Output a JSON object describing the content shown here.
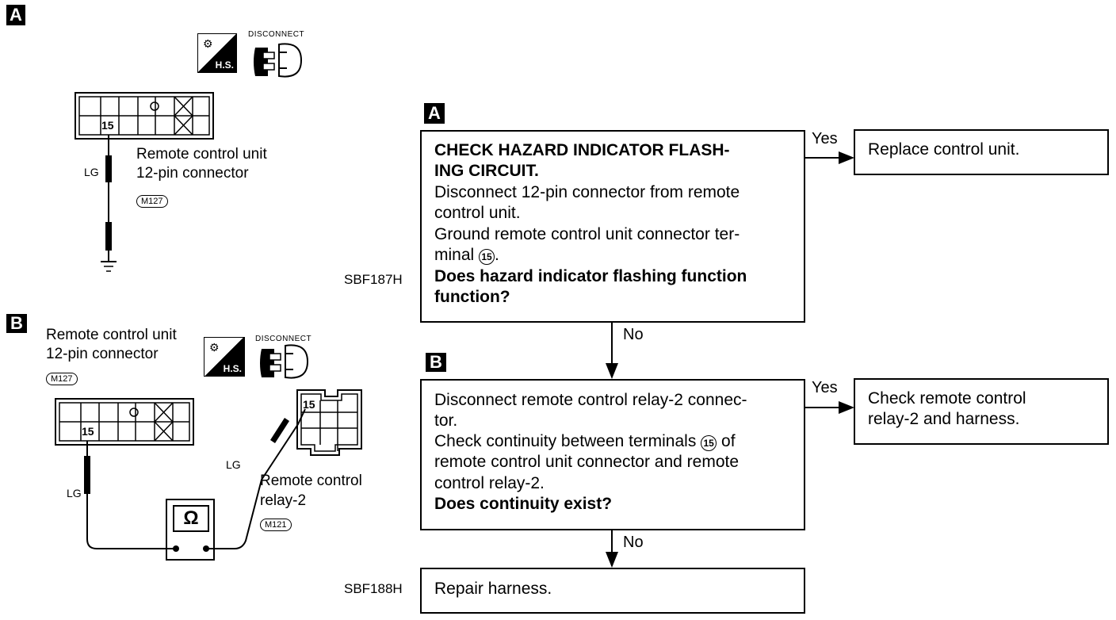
{
  "panel_a": {
    "badge": "A",
    "disconnect": "DISCONNECT",
    "hs": "H.S.",
    "pin_15": "15",
    "wire_color": "LG",
    "connector_label_1": "Remote control unit",
    "connector_label_2": "12-pin connector",
    "connector_code": "M127",
    "figure_code": "SBF187H"
  },
  "panel_b": {
    "badge": "B",
    "disconnect": "DISCONNECT",
    "hs": "H.S.",
    "connector_label_1": "Remote control unit",
    "connector_label_2": "12-pin connector",
    "connector_code": "M127",
    "pin_15_left": "15",
    "pin_15_right": "15",
    "wire_color_left": "LG",
    "wire_color_right": "LG",
    "relay_label_1": "Remote control",
    "relay_label_2": "relay-2",
    "relay_code": "M121",
    "ohm": "Ω",
    "figure_code": "SBF188H"
  },
  "flow": {
    "step_a_badge": "A",
    "step_a_title_1": "CHECK HAZARD INDICATOR FLASH-",
    "step_a_title_2": "ING CIRCUIT.",
    "step_a_line_1": "Disconnect 12-pin connector from remote",
    "step_a_line_2": "control unit.",
    "step_a_line_3": "Ground remote control unit connector ter-",
    "step_a_line_4": "minal",
    "step_a_terminal": "15",
    "step_a_line_4_end": ".",
    "step_a_q_1": "Does hazard indicator flashing function",
    "step_a_q_2": "function?",
    "yes_a": "Yes",
    "result_a": "Replace control unit.",
    "no_a": "No",
    "step_b_badge": "B",
    "step_b_line_1": "Disconnect remote control relay-2 connec-",
    "step_b_line_2": "tor.",
    "step_b_line_3": "Check continuity between terminals",
    "step_b_terminal": "15",
    "step_b_line_3_end": "of",
    "step_b_line_4": "remote control unit connector and remote",
    "step_b_line_5": "control relay-2.",
    "step_b_q": "Does continuity exist?",
    "yes_b": "Yes",
    "result_b_1": "Check remote control",
    "result_b_2": "relay-2 and harness.",
    "no_b": "No",
    "final": "Repair harness."
  }
}
